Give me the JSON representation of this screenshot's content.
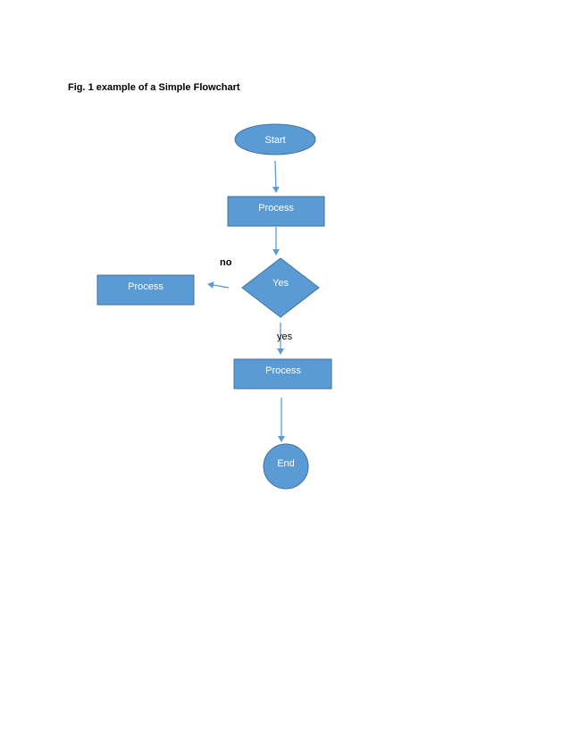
{
  "figure": {
    "caption": "Fig. 1 example of a Simple Flowchart"
  },
  "colors": {
    "shape_fill": "#5b9bd5",
    "shape_stroke": "#41719c",
    "arrow": "#5b9bd5",
    "label_text": "#ffffff"
  },
  "nodes": {
    "start": {
      "shape": "ellipse",
      "label": "Start"
    },
    "process_top": {
      "shape": "rectangle",
      "label": "Process"
    },
    "decision": {
      "shape": "diamond",
      "label": "Yes"
    },
    "process_left": {
      "shape": "rectangle",
      "label": "Process"
    },
    "process_bottom": {
      "shape": "rectangle",
      "label": "Process"
    },
    "end": {
      "shape": "circle",
      "label": "End"
    }
  },
  "edges": {
    "start_to_process": {
      "from": "start",
      "to": "process_top",
      "label": ""
    },
    "process_to_decision": {
      "from": "process_top",
      "to": "decision",
      "label": ""
    },
    "decision_no": {
      "from": "decision",
      "to": "process_left",
      "label": "no"
    },
    "decision_yes": {
      "from": "decision",
      "to": "process_bottom",
      "label": "yes"
    },
    "process_to_end": {
      "from": "process_bottom",
      "to": "end",
      "label": ""
    }
  }
}
